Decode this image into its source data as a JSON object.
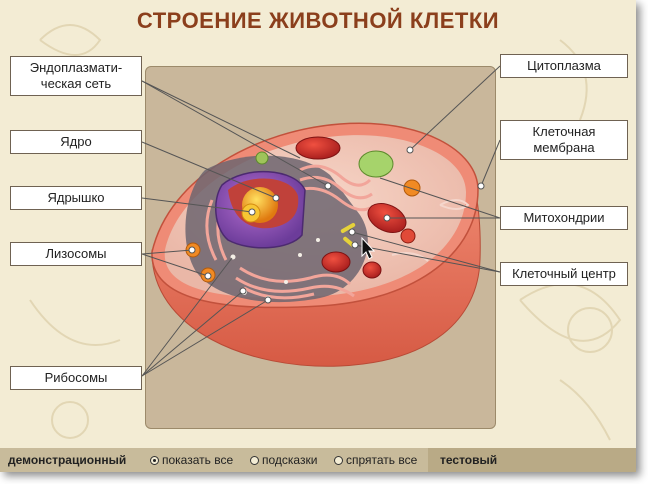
{
  "title": "СТРОЕНИЕ ЖИВОТНОЙ КЛЕТКИ",
  "labels": {
    "er": "Эндоплазмати-\nческая сеть",
    "nucleus": "Ядро",
    "nucleolus": "Ядрышко",
    "lysosomes": "Лизосомы",
    "ribosomes": "Рибосомы",
    "cytoplasm": "Цитоплазма",
    "membrane": "Клеточная\nмембрана",
    "mitochondria": "Митохондрии",
    "centrosome": "Клеточный центр"
  },
  "bottom_bar": {
    "demo_mode": "демонстрационный",
    "show_all": "показать все",
    "hints": "подсказки",
    "hide_all": "спрятать все",
    "test_mode": "тестовый",
    "selected": "show_all"
  },
  "colors": {
    "title": "#8b3f1c",
    "panel": "#c9b79b",
    "background": "#f3ecd4",
    "membrane": "#e8705a"
  }
}
